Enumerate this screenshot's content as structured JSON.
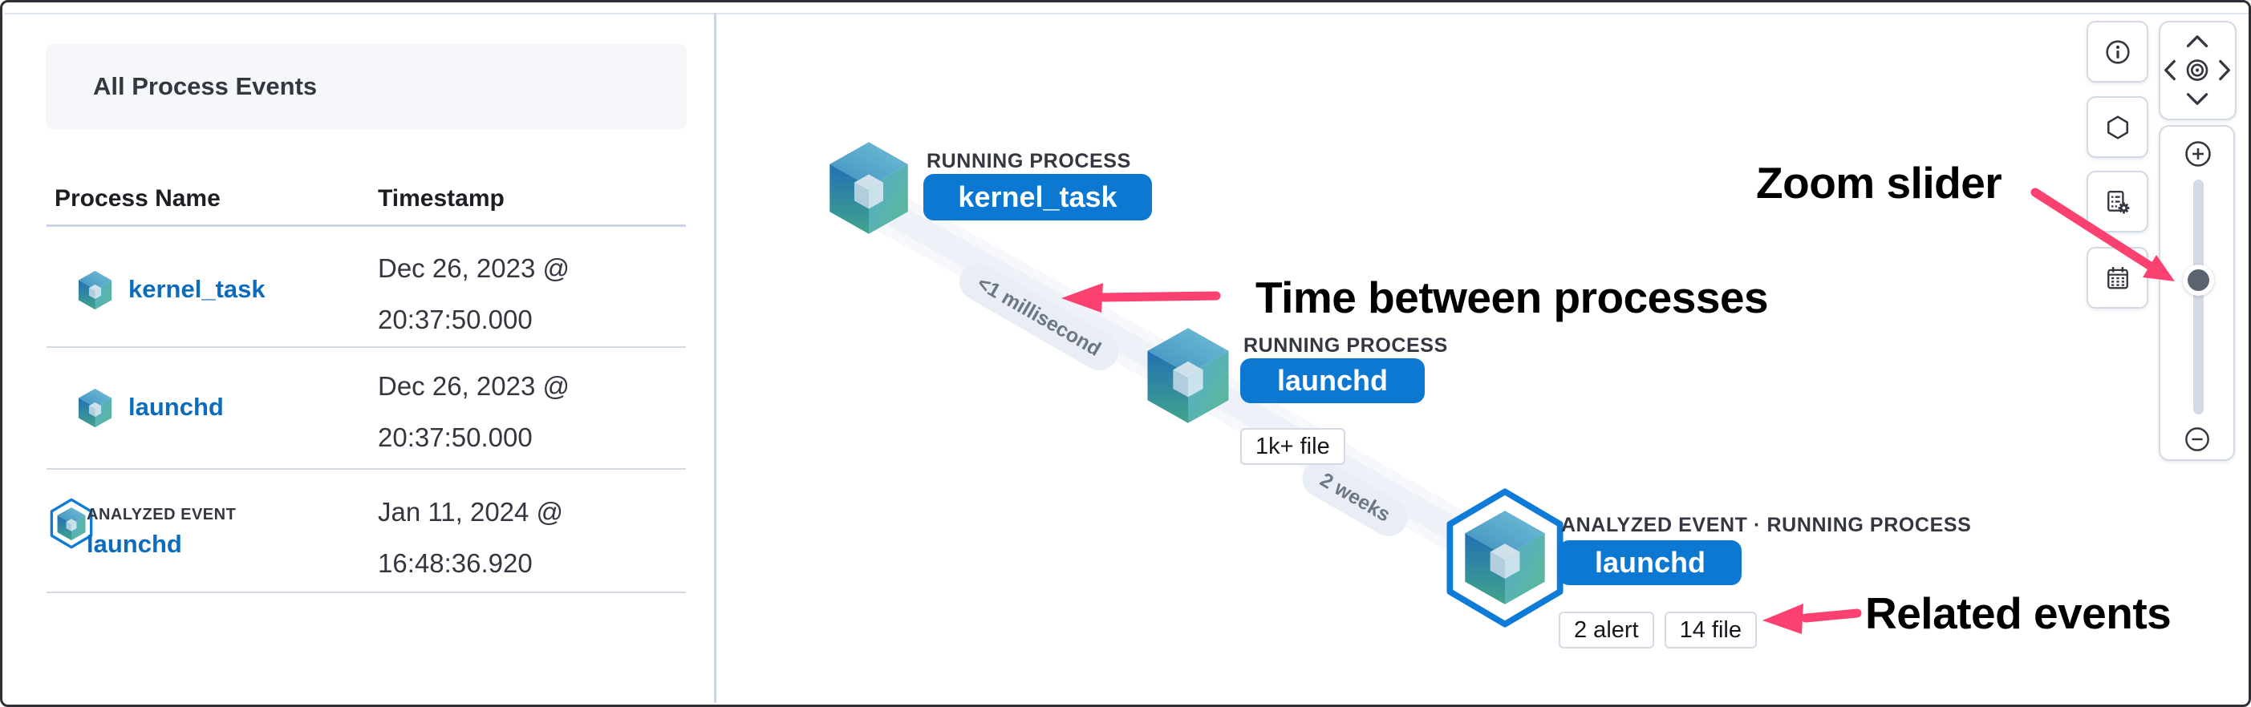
{
  "panel": {
    "title": "All Process Events",
    "columns": {
      "name": "Process Name",
      "timestamp": "Timestamp"
    },
    "rows": [
      {
        "icon": "process-cube-icon",
        "badge": "",
        "name": "kernel_task",
        "timestamp_line1": "Dec 26, 2023 @",
        "timestamp_line2": "20:37:50.000"
      },
      {
        "icon": "process-cube-icon",
        "badge": "",
        "name": "launchd",
        "timestamp_line1": "Dec 26, 2023 @",
        "timestamp_line2": "20:37:50.000"
      },
      {
        "icon": "analyzed-event-hexagon-cube-icon",
        "badge": "ANALYZED EVENT",
        "name": "launchd",
        "timestamp_line1": "Jan 11, 2024 @",
        "timestamp_line2": "16:48:36.920"
      }
    ]
  },
  "graph": {
    "nodes": [
      {
        "icon": "process-cube-icon",
        "type_label": "RUNNING PROCESS",
        "name": "kernel_task",
        "badges": []
      },
      {
        "icon": "process-cube-icon",
        "type_label": "RUNNING PROCESS",
        "name": "launchd",
        "badges": [
          "1k+ file"
        ]
      },
      {
        "icon": "analyzed-event-hexagon-cube-icon",
        "type_label": "ANALYZED EVENT · RUNNING PROCESS",
        "name": "launchd",
        "badges": [
          "2 alert",
          "14 file"
        ]
      }
    ],
    "edges": [
      {
        "label": "<1 millisecond"
      },
      {
        "label": "2 weeks"
      }
    ]
  },
  "annotations": {
    "zoom_slider": "Zoom slider",
    "time_between_processes": "Time between processes",
    "related_events": "Related events"
  },
  "controls": {
    "buttons": [
      {
        "icon": "info-icon"
      },
      {
        "icon": "hexagon-icon"
      },
      {
        "icon": "schema-settings-icon"
      },
      {
        "icon": "calendar-icon"
      }
    ],
    "pan_pad": {
      "icons": [
        "chevron-up-icon",
        "chevron-left-icon",
        "center-camera-icon",
        "chevron-right-icon",
        "chevron-down-icon"
      ]
    },
    "zoom": {
      "icons": [
        "zoom-in-icon",
        "zoom-out-icon"
      ],
      "slider_position_pct": 43
    }
  },
  "colors": {
    "primary_blue": "#0c78d2",
    "link_blue": "#0b6cbe",
    "annotation_pink": "#fb4170",
    "edge_band": "#eef1f8",
    "border_gray": "#d3dae6",
    "text_dark": "#343741"
  }
}
